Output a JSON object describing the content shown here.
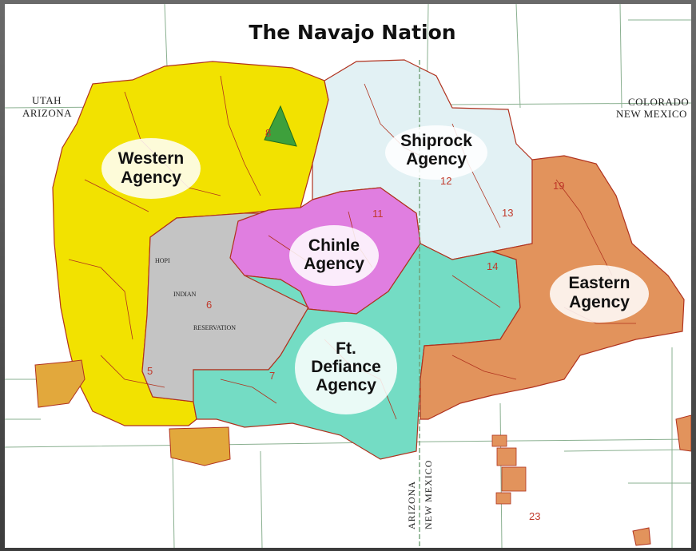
{
  "map": {
    "title": "The Navajo Nation",
    "states": {
      "utah": "UTAH",
      "arizona": "ARIZONA",
      "colorado": "COLORADO",
      "new_mexico": "NEW MEXICO",
      "arizona_vertical": "ARIZONA",
      "new_mexico_vertical": "NEW MEXICO"
    },
    "agencies": [
      {
        "key": "western",
        "line1": "Western",
        "line2": "Agency",
        "color": "#f2e200"
      },
      {
        "key": "shiprock",
        "line1": "Shiprock",
        "line2": "Agency",
        "color": "#e2f1f4"
      },
      {
        "key": "chinle",
        "line1": "Chinle",
        "line2": "Agency",
        "color": "#e07ee0"
      },
      {
        "key": "eastern",
        "line1": "Eastern",
        "line2": "Agency",
        "color": "#e2935c"
      },
      {
        "key": "ftdefiance",
        "line1": "Ft.",
        "line2": "Defiance",
        "line3": "Agency",
        "color": "#74dcc4"
      }
    ],
    "hopi": {
      "line1": "HOPI",
      "line2": "INDIAN",
      "line3": "RESERVATION",
      "color": "#c4c4c4"
    },
    "region_numbers": [
      "5",
      "6",
      "7",
      "8",
      "11",
      "12",
      "13",
      "14",
      "19",
      "23"
    ]
  }
}
